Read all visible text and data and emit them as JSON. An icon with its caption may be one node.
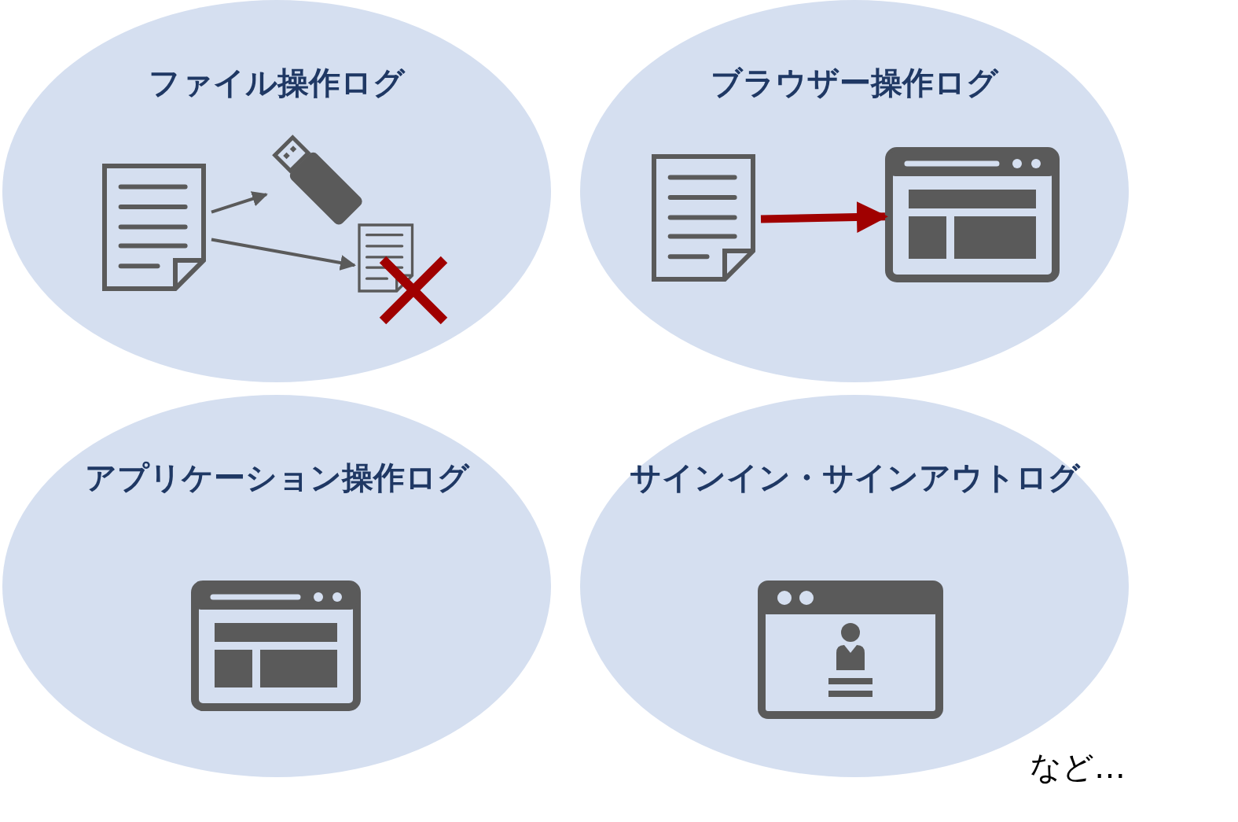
{
  "diagram": {
    "nodes": [
      {
        "text": [
          "ファイル操作ログ"
        ]
      },
      {
        "text": [],
        "shape": "document",
        "in": 0
      },
      {
        "text": [],
        "shape": "drive",
        "in": 0
      },
      {
        "text": [],
        "shape": "document",
        "in": 0
      },
      {
        "text": [
          "ブラウザー操作ログ"
        ]
      },
      {
        "text": [],
        "shape": "document",
        "in": 4
      },
      {
        "text": [],
        "shape": "window",
        "in": 4
      },
      {
        "text": [
          "アプリケーション操作ログ"
        ]
      },
      {
        "text": [
          "サインイン・サインアウトログ"
        ]
      }
    ],
    "edges": [
      {
        "from": 1,
        "to": 2,
        "arrow": "to"
      },
      {
        "from": 1,
        "to": 3,
        "arrow": "to"
      },
      {
        "from": 5,
        "to": 6,
        "arrow": "to",
        "color": "#a00000",
        "style": "thick"
      }
    ],
    "labels": [
      "など…"
    ]
  }
}
